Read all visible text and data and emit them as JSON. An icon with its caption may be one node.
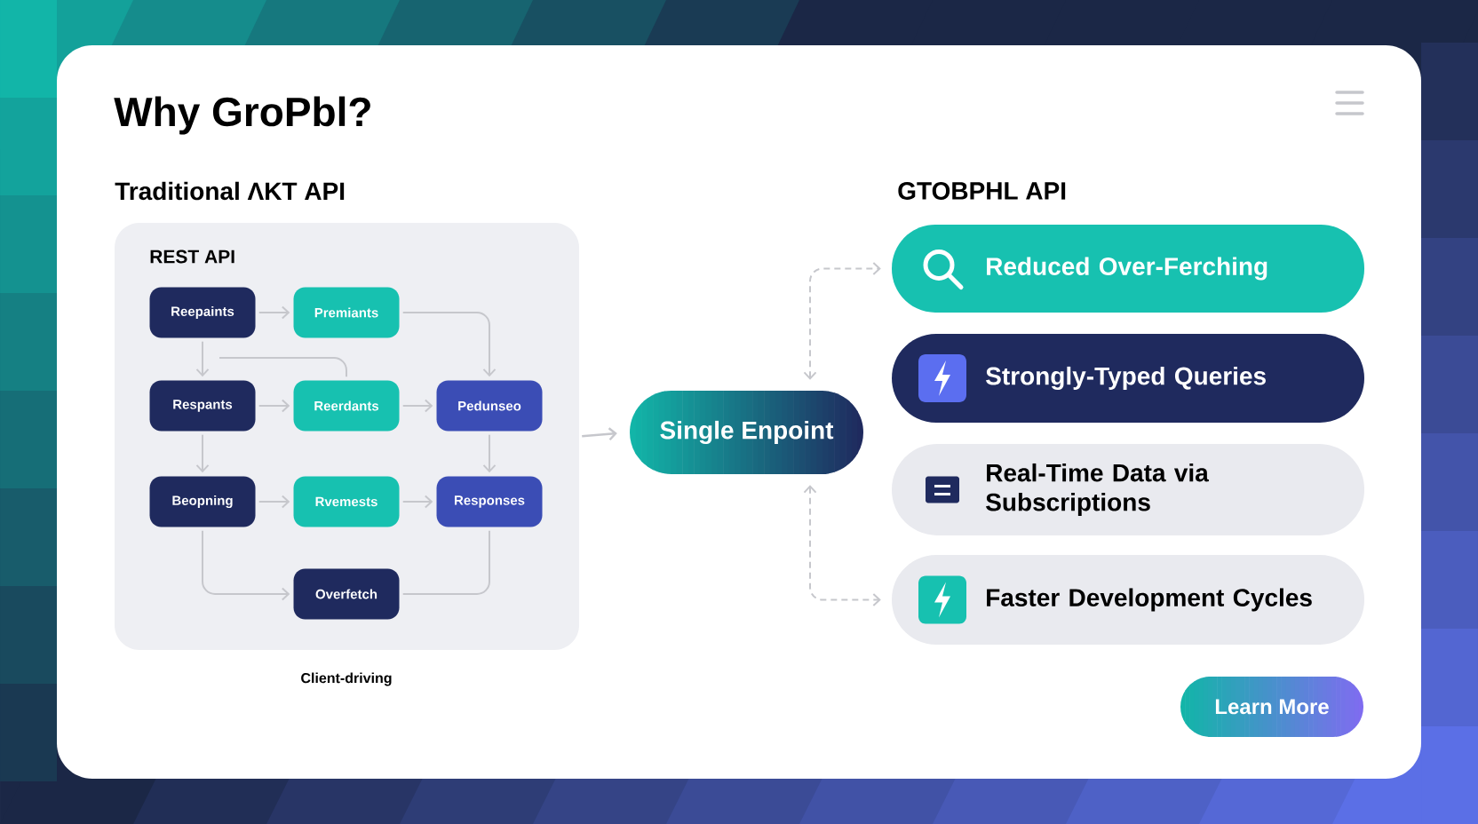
{
  "diagram": {
    "title": "Why GroPbl?",
    "nodes": [
      {
        "text": [
          "REST API"
        ]
      },
      {
        "text": [
          "Reepaints"
        ],
        "in": 0
      },
      {
        "text": [
          "Premiants"
        ],
        "in": 0
      },
      {
        "text": [
          "Respants"
        ],
        "in": 0
      },
      {
        "text": [
          "Reerdants"
        ],
        "in": 0
      },
      {
        "text": [
          "Pedunseo"
        ],
        "in": 0
      },
      {
        "text": [
          "Beopning"
        ],
        "in": 0
      },
      {
        "text": [
          "Rvemests"
        ],
        "in": 0
      },
      {
        "text": [
          "Responses"
        ],
        "in": 0
      },
      {
        "text": [
          "Overfetch"
        ],
        "in": 0
      },
      {
        "text": [
          "Single Enpoint"
        ]
      },
      {
        "text": [
          "Reduced Over-Ferching"
        ]
      },
      {
        "text": [
          "Strongly-Typed Queries"
        ]
      },
      {
        "text": [
          "Real-Time Data via Subscriptions"
        ]
      },
      {
        "text": [
          "Faster Development Cycles"
        ]
      },
      {
        "text": [
          "Learn More"
        ]
      }
    ],
    "edges": [
      {
        "from": 1,
        "to": 2,
        "arrow": "to"
      },
      {
        "from": 1,
        "to": 3,
        "arrow": "to"
      },
      {
        "from": 2,
        "to": 5,
        "arrow": "to"
      },
      {
        "from": 3,
        "to": 4,
        "arrow": "to"
      },
      {
        "from": null,
        "to": 4,
        "arrow": "none"
      },
      {
        "from": 4,
        "to": 5,
        "arrow": "to"
      },
      {
        "from": 3,
        "to": 6,
        "arrow": "to"
      },
      {
        "from": 5,
        "to": 8,
        "arrow": "to"
      },
      {
        "from": 6,
        "to": 7,
        "arrow": "to"
      },
      {
        "from": 7,
        "to": 8,
        "arrow": "to"
      },
      {
        "from": 6,
        "to": 9,
        "arrow": "to"
      },
      {
        "from": 9,
        "to": 8,
        "arrow": "none"
      },
      {
        "from": 0,
        "to": 10,
        "arrow": "to"
      },
      {
        "from": 10,
        "to": 11,
        "arrow": "both",
        "style": "dashed"
      },
      {
        "from": 10,
        "to": 14,
        "arrow": "both",
        "style": "dashed"
      }
    ],
    "labels": [
      "Traditional ΛKT API",
      "GTOBPHL API",
      "Client-driving"
    ]
  }
}
